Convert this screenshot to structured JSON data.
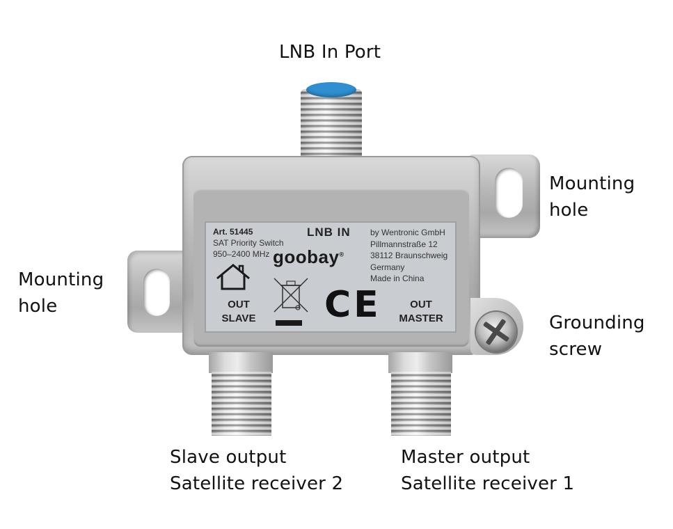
{
  "callouts": {
    "lnb_in_port": "LNB In Port",
    "mounting_hole_right": [
      "Mounting",
      "hole"
    ],
    "mounting_hole_left": [
      "Mounting",
      "hole"
    ],
    "grounding_screw": [
      "Grounding",
      "screw"
    ],
    "slave_output": [
      "Slave output",
      "Satellite receiver 2"
    ],
    "master_output": [
      "Master output",
      "Satellite receiver 1"
    ]
  },
  "device_label": {
    "article": "Art. 51445",
    "product": "SAT Priority Switch",
    "frequency": "950–2400 MHz",
    "port_title": "LNB IN",
    "brand": "goobay",
    "brand_mark": "®",
    "manufacturer_lines": [
      "by Wentronic GmbH",
      "Pillmannstraße 12",
      "38112 Braunschweig",
      "Germany",
      "Made in China"
    ],
    "out_slave": [
      "OUT",
      "SLAVE"
    ],
    "out_master": [
      "OUT",
      "MASTER"
    ],
    "ce_mark": "CE"
  },
  "icons": {
    "house": "house-icon",
    "weee": "crossed-bin-icon",
    "ce": "ce-mark-icon"
  },
  "colors": {
    "lnb_insulator": "#2f8fd0",
    "label_plate": "#c9ccd1",
    "metal": "#b9b9b9"
  }
}
